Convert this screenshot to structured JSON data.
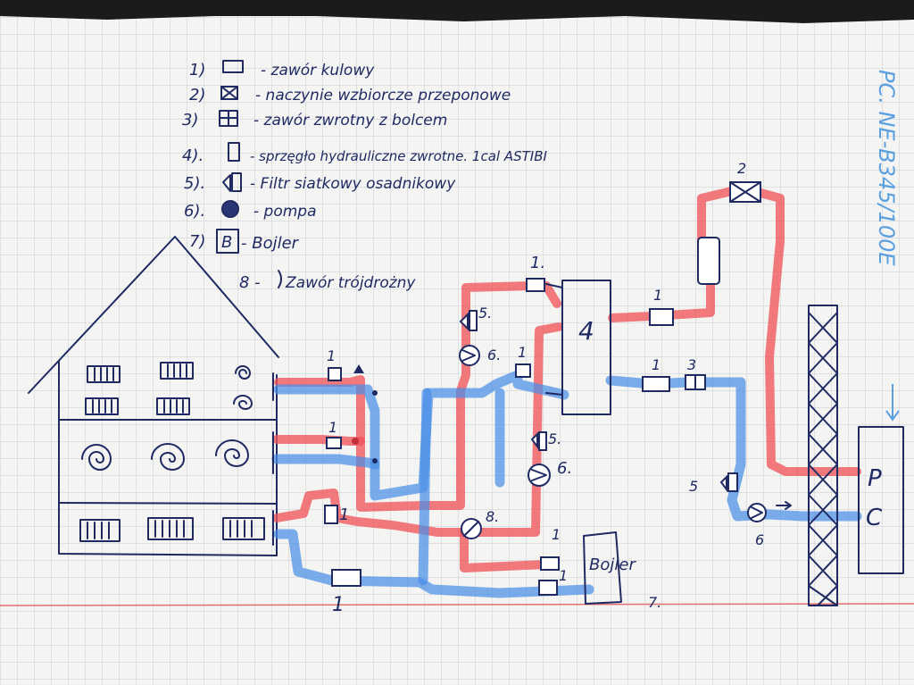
{
  "legend": [
    {
      "num": "1)",
      "text": "- zawór kulowy"
    },
    {
      "num": "2)",
      "text": "- naczynie wzbiorcze przeponowe"
    },
    {
      "num": "3)",
      "text": "- zawór zwrotny z bolcem"
    },
    {
      "num": "4).",
      "text": "- sprzęgło hydrauliczne zwrotne. 1cal ASTIBI"
    },
    {
      "num": "5).",
      "text": "- Filtr siatkowy osadnikowy"
    },
    {
      "num": "6).",
      "text": "- pompa"
    },
    {
      "num": "7)",
      "text": "- Bojler"
    },
    {
      "num": "8 -",
      "text": "Zawór trójdrożny"
    }
  ],
  "legend_symbol_b": "B",
  "side_note": "PC. NE-B345/100E",
  "labels": {
    "n1_top": "1.",
    "n5_a": "5.",
    "n6_a": "6.",
    "n1_b": "1",
    "n4": "4",
    "n1_c": "1",
    "n2": "2",
    "n1_d": "1",
    "n3": "3",
    "n5_b": "5.",
    "n6_b": "6.",
    "n5_c": "5",
    "n6_c": "6",
    "n8": "8.",
    "n1_e": "1",
    "n1_f": "1",
    "n1_g": "1",
    "n1_h": "1",
    "n1_i": "1",
    "n1_j": "1",
    "bojler": "Bojler",
    "n7": "7.",
    "p": "P",
    "c": "C"
  },
  "colors": {
    "paper": "#f4f4f2",
    "grid": "#c9ccd3",
    "ink": "#1f2a63",
    "hot": "#f0555a",
    "cold": "#4a8fe8",
    "margin_line": "#e07070"
  }
}
